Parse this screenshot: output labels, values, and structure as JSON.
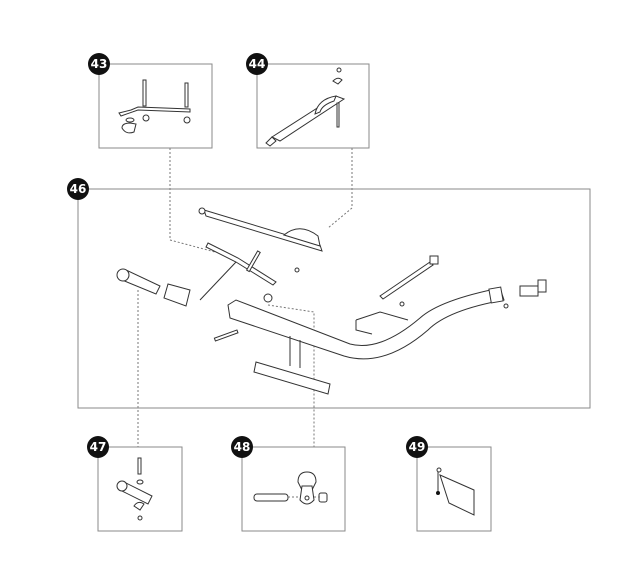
{
  "callouts": [
    {
      "id": "43"
    },
    {
      "id": "44"
    },
    {
      "id": "46"
    },
    {
      "id": "47"
    },
    {
      "id": "48"
    },
    {
      "id": "49"
    }
  ],
  "colors": {
    "badge": "#111111",
    "frame": "#8a8a8a",
    "line": "#333333"
  }
}
